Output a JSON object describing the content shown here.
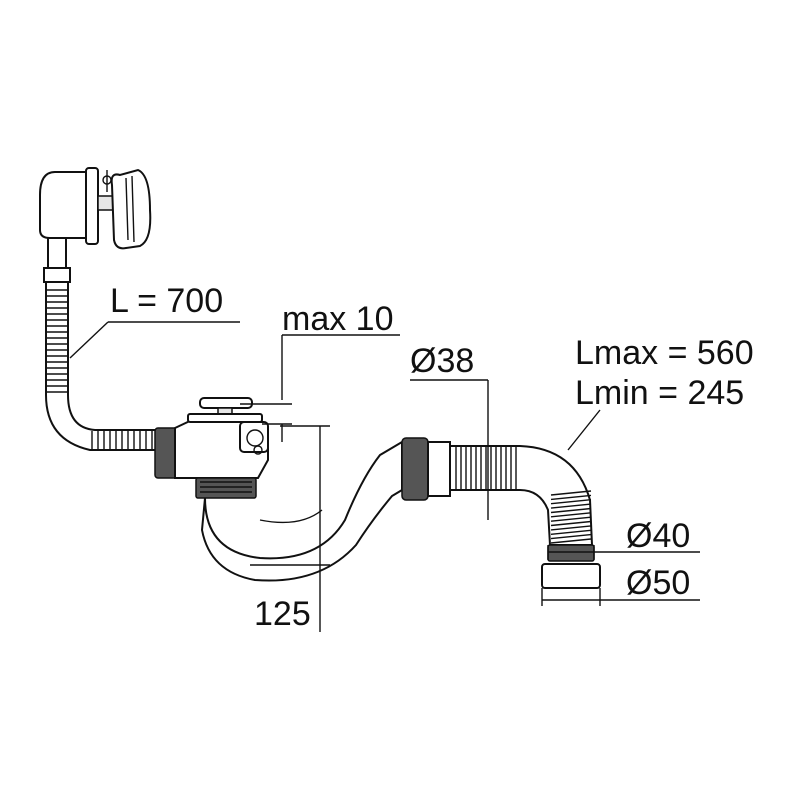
{
  "labels": {
    "overflow_hose_length": "L = 700",
    "stopper_gap": "max 10",
    "pipe_diameter": "Ø38",
    "corrugated_length_max": "Lmax = 560",
    "corrugated_length_min": "Lmin = 245",
    "outlet_diameter_small": "Ø40",
    "outlet_diameter_large": "Ø50",
    "trap_height": "125"
  },
  "colors": {
    "line": "#111111",
    "fill": "#ffffff",
    "shade": "#e6e6e6",
    "dark": "#555555"
  }
}
